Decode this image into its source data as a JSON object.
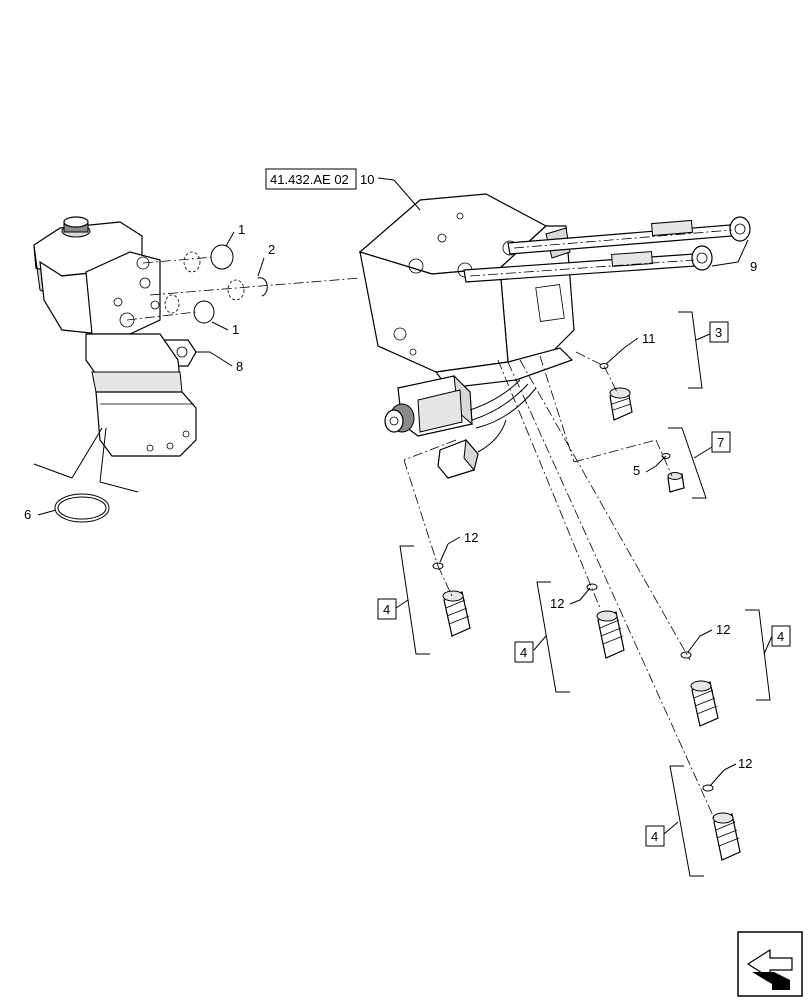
{
  "ref_code": "41.432.AE 02",
  "callouts": {
    "c1a": "1",
    "c1b": "1",
    "c2": "2",
    "c3": "3",
    "c4a": "4",
    "c4b": "4",
    "c4c": "4",
    "c4d": "4",
    "c5": "5",
    "c6": "6",
    "c7": "7",
    "c8": "8",
    "c9": "9",
    "c10": "10",
    "c11": "11",
    "c12a": "12",
    "c12b": "12",
    "c12c": "12",
    "c12d": "12"
  },
  "icons": {
    "nav": "next-arrow-icon"
  }
}
